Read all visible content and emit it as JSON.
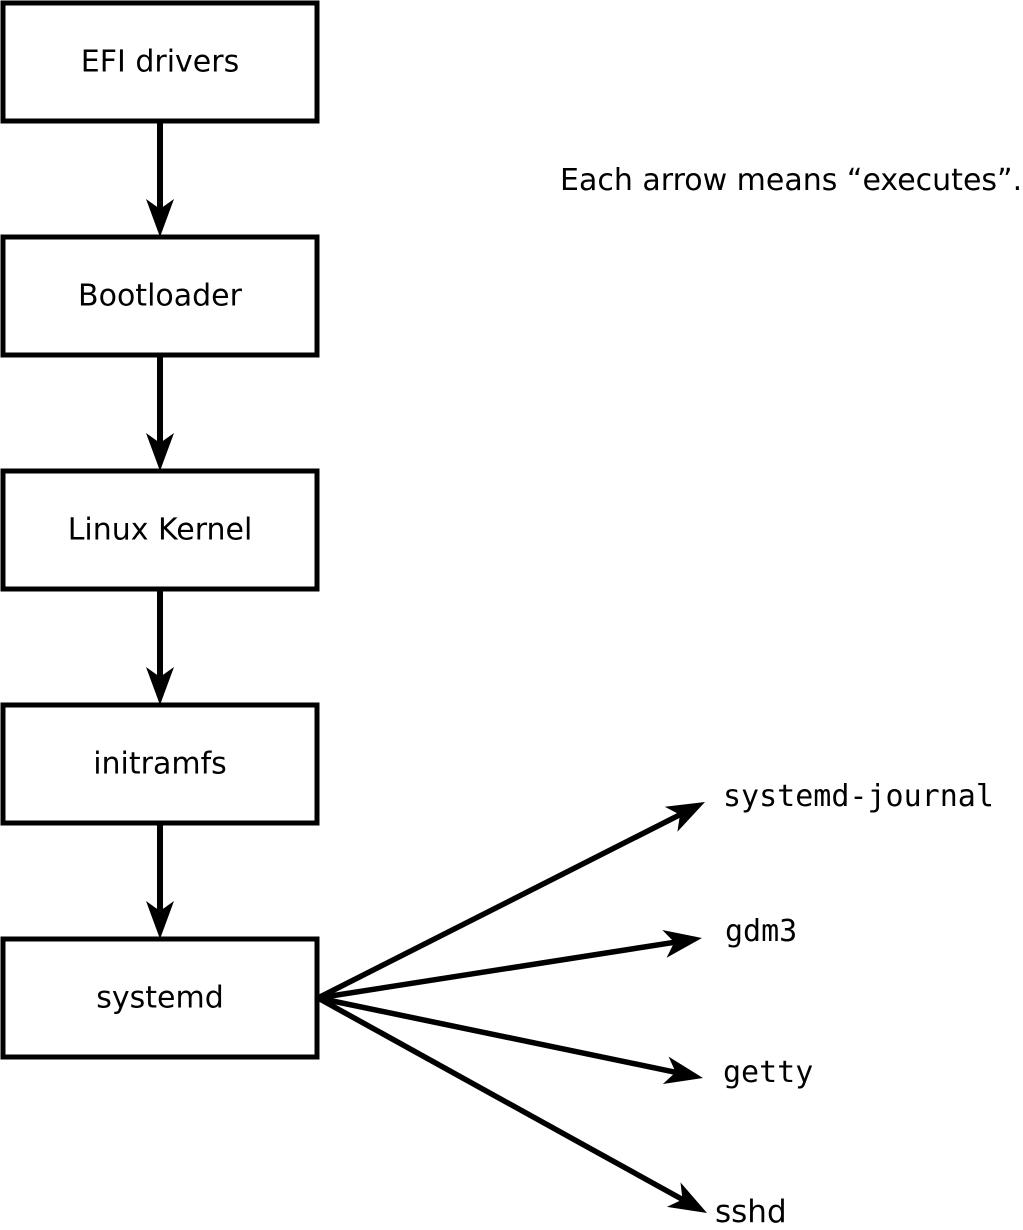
{
  "diagram": {
    "note": "Each arrow means “executes”.",
    "boot_chain": [
      {
        "label": "EFI drivers"
      },
      {
        "label": "Bootloader"
      },
      {
        "label": "Linux Kernel"
      },
      {
        "label": "initramfs"
      },
      {
        "label": "systemd"
      }
    ],
    "spawned_services": [
      {
        "label": "systemd-journal"
      },
      {
        "label": "gdm3"
      },
      {
        "label": "getty"
      },
      {
        "label": "sshd"
      }
    ],
    "colors": {
      "line": "#000000",
      "box_fill": "#ffffff",
      "background": "#ffffff",
      "text": "#000000"
    }
  }
}
